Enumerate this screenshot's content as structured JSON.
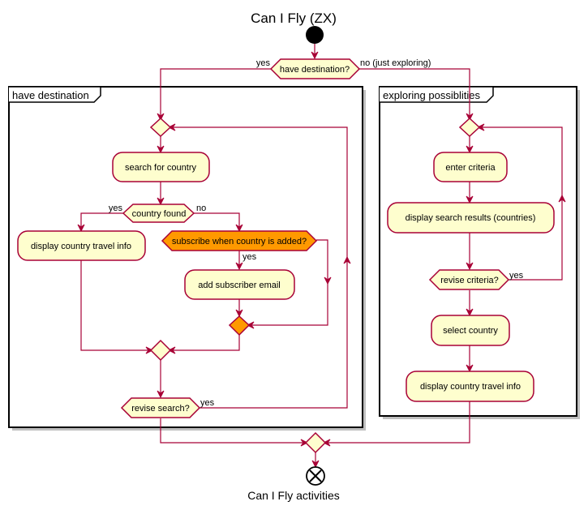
{
  "title": "Can I Fly (ZX)",
  "caption": "Can I Fly activities",
  "top_decision": {
    "label": "have destination?",
    "yes_label": "yes",
    "no_label": "no  (just exploring)"
  },
  "partition_left": {
    "title": "have destination",
    "search_activity": "search for country",
    "found_decision": "country found",
    "found_yes": "yes",
    "found_no": "no",
    "display_info": "display country travel info",
    "subscribe_decision": "subscribe when country is added?",
    "subscribe_yes": "yes",
    "add_email": "add subscriber email",
    "revise_decision": "revise search?",
    "revise_yes": "yes"
  },
  "partition_right": {
    "title": "exploring possiblities",
    "enter_criteria": "enter criteria",
    "display_results": "display search results (countries)",
    "revise_decision": "revise criteria?",
    "revise_yes": "yes",
    "select_country": "select country",
    "display_info": "display country travel info"
  },
  "colors": {
    "activity_fill": "#FEFECE",
    "border": "#A80036",
    "highlight": "#FF9900"
  }
}
